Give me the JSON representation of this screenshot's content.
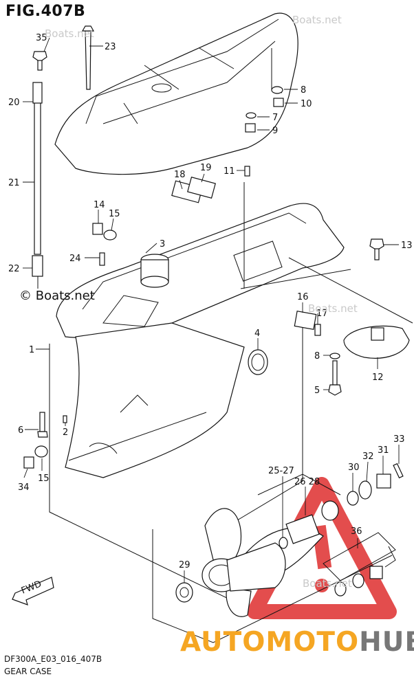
{
  "figure": {
    "title": "FIG.407B",
    "code": "DF300A_E03_016_407B",
    "name": "GEAR CASE"
  },
  "watermarks": [
    "© Boats.net",
    "Boats.net"
  ],
  "brand": {
    "part1": "AUTOMOTO",
    "part2": "HUB",
    "colors": [
      "#f5a623",
      "#777777"
    ]
  },
  "fwd_label": "FWD",
  "callouts": [
    {
      "id": "35",
      "text": "35"
    },
    {
      "id": "23",
      "text": "23"
    },
    {
      "id": "20",
      "text": "20"
    },
    {
      "id": "21",
      "text": "21"
    },
    {
      "id": "22",
      "text": "22"
    },
    {
      "id": "8a",
      "text": "8"
    },
    {
      "id": "10",
      "text": "10"
    },
    {
      "id": "7",
      "text": "7"
    },
    {
      "id": "9",
      "text": "9"
    },
    {
      "id": "18",
      "text": "18"
    },
    {
      "id": "19",
      "text": "19"
    },
    {
      "id": "11",
      "text": "11"
    },
    {
      "id": "14",
      "text": "14"
    },
    {
      "id": "15a",
      "text": "15"
    },
    {
      "id": "3",
      "text": "3"
    },
    {
      "id": "24",
      "text": "24"
    },
    {
      "id": "13",
      "text": "13"
    },
    {
      "id": "16",
      "text": "16"
    },
    {
      "id": "17",
      "text": "17"
    },
    {
      "id": "1",
      "text": "1"
    },
    {
      "id": "4",
      "text": "4"
    },
    {
      "id": "8b",
      "text": "8"
    },
    {
      "id": "12",
      "text": "12"
    },
    {
      "id": "5",
      "text": "5"
    },
    {
      "id": "6",
      "text": "6"
    },
    {
      "id": "2",
      "text": "2"
    },
    {
      "id": "15b",
      "text": "15"
    },
    {
      "id": "34",
      "text": "34"
    },
    {
      "id": "33",
      "text": "33"
    },
    {
      "id": "31",
      "text": "31"
    },
    {
      "id": "32",
      "text": "32"
    },
    {
      "id": "30",
      "text": "30"
    },
    {
      "id": "25_27",
      "text": "25-27"
    },
    {
      "id": "26_28",
      "text": "26 28"
    },
    {
      "id": "36",
      "text": "36"
    },
    {
      "id": "29",
      "text": "29"
    }
  ]
}
